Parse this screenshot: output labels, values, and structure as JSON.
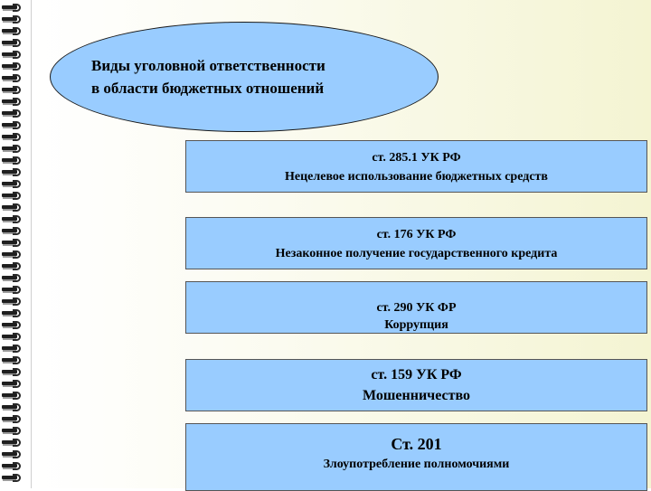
{
  "title_ellipse": {
    "line1": "Виды уголовной ответственности",
    "line2": "в области бюджетных отношений"
  },
  "boxes": [
    {
      "line1": "ст. 285.1 УК РФ",
      "line2": "Нецелевое использование бюджетных средств"
    },
    {
      "line1": "ст. 176 УК РФ",
      "line2": "Незаконное получение государственного кредита"
    },
    {
      "line1": "ст. 290 УК ФР",
      "line2": "Коррупция"
    },
    {
      "line1": "ст. 159 УК РФ",
      "line2": "Мошенничество"
    },
    {
      "line1": "Ст. 201",
      "line2": "Злоупотребление полномочиями"
    }
  ],
  "colors": {
    "shape_fill": "#99ccff",
    "page_tint": "#f4f4d2",
    "spiral": "#1f1f1f"
  },
  "icons": [
    "spiral-binding-icon"
  ]
}
